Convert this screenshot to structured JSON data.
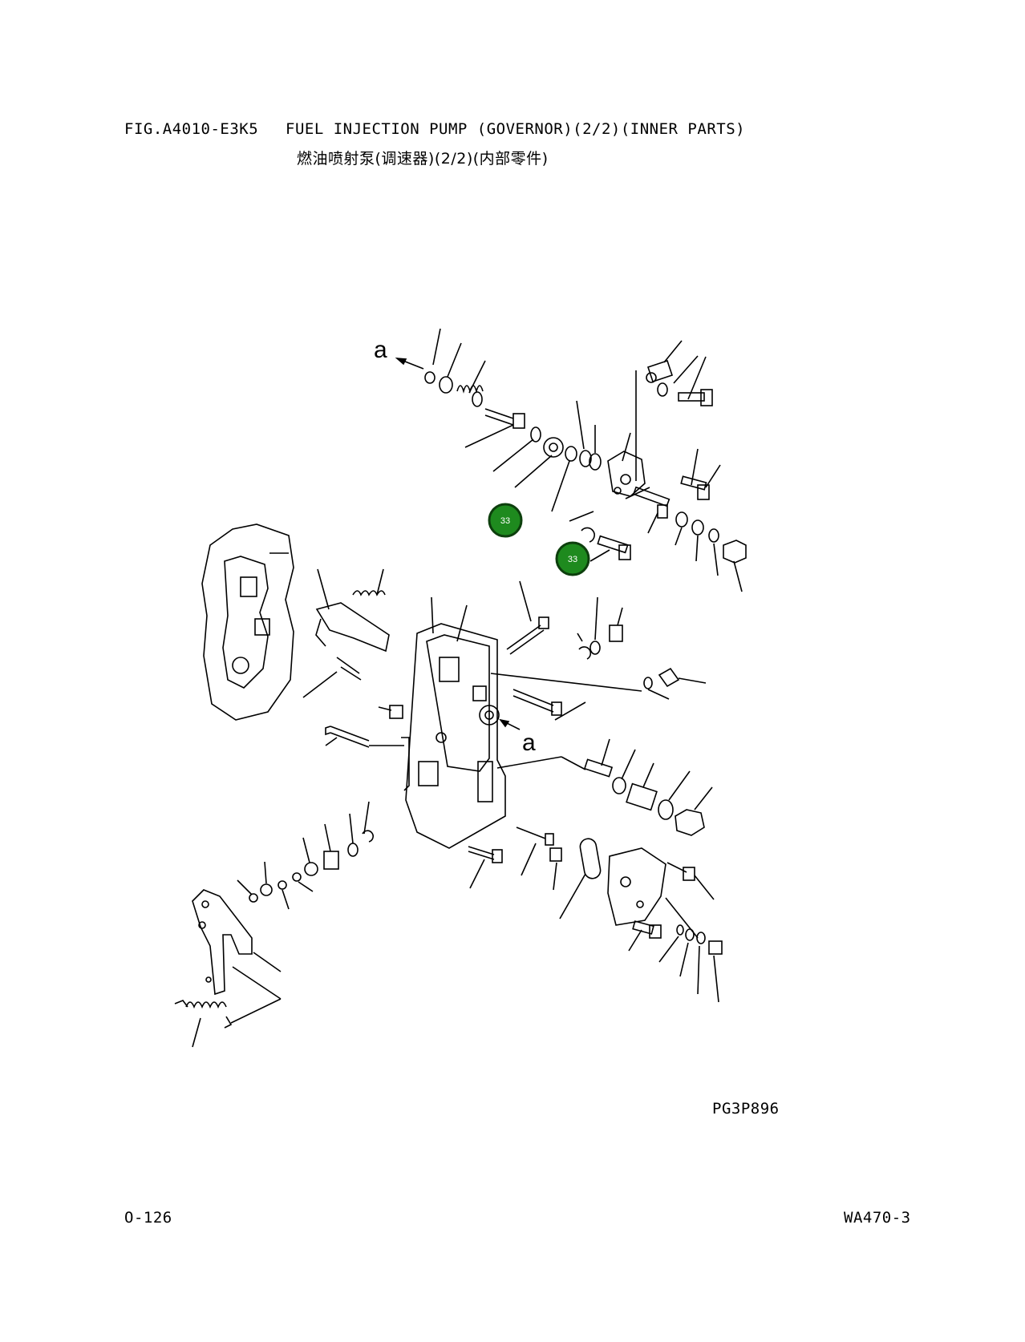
{
  "header": {
    "fig_code": "FIG.A4010-E3K5",
    "title_en": "FUEL INJECTION PUMP (GOVERNOR)(2/2)(INNER PARTS)",
    "title_cn": "燃油喷射泵(调速器)(2/2)(内部零件)"
  },
  "diagram": {
    "reference_labels": [
      "a",
      "a"
    ],
    "callouts": [
      {
        "label": "33",
        "color": "#1e8a1e"
      },
      {
        "label": "33",
        "color": "#1e8a1e"
      }
    ],
    "drawing_code": "PG3P896"
  },
  "footer": {
    "page_number": "O-126",
    "model": "WA470-3"
  }
}
